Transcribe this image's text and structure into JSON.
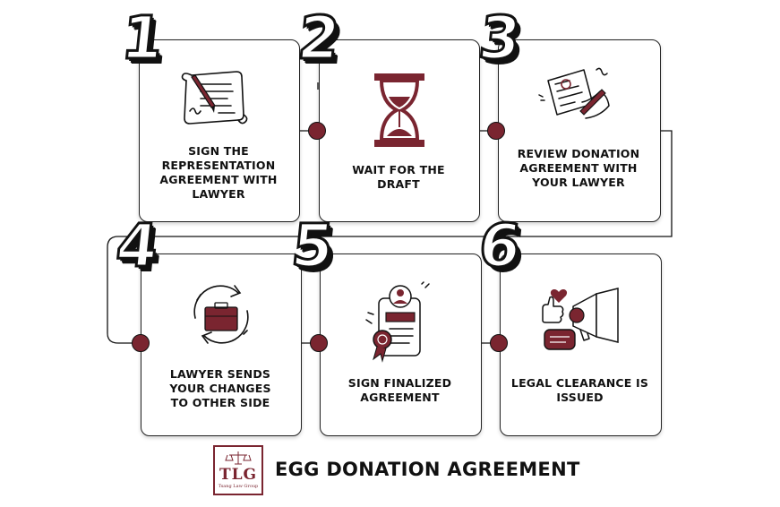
{
  "steps": [
    {
      "number": "1",
      "label": "SIGN THE\nREPRESENTATION\nAGREEMENT WITH\nLAWYER",
      "icon": "contract-pen-icon"
    },
    {
      "number": "2",
      "label": "WAIT FOR THE\nDRAFT",
      "icon": "hourglass-icon"
    },
    {
      "number": "3",
      "label": "REVIEW DONATION\nAGREEMENT WITH\nYOUR LAWYER",
      "icon": "review-document-icon"
    },
    {
      "number": "4",
      "label": "LAWYER SENDS\nYOUR CHANGES\nTO OTHER SIDE",
      "icon": "briefcase-cycle-icon"
    },
    {
      "number": "5",
      "label": "SIGN FINALIZED\nAGREEMENT",
      "icon": "certificate-icon"
    },
    {
      "number": "6",
      "label": "LEGAL CLEARANCE IS\nISSUED",
      "icon": "megaphone-icon"
    }
  ],
  "logo": {
    "initials": "TLG",
    "subtitle": "Tsang Law Group"
  },
  "footer_title": "EGG DONATION AGREEMENT",
  "colors": {
    "accent": "#7a2530",
    "outline": "#111111",
    "background": "#ffffff"
  }
}
